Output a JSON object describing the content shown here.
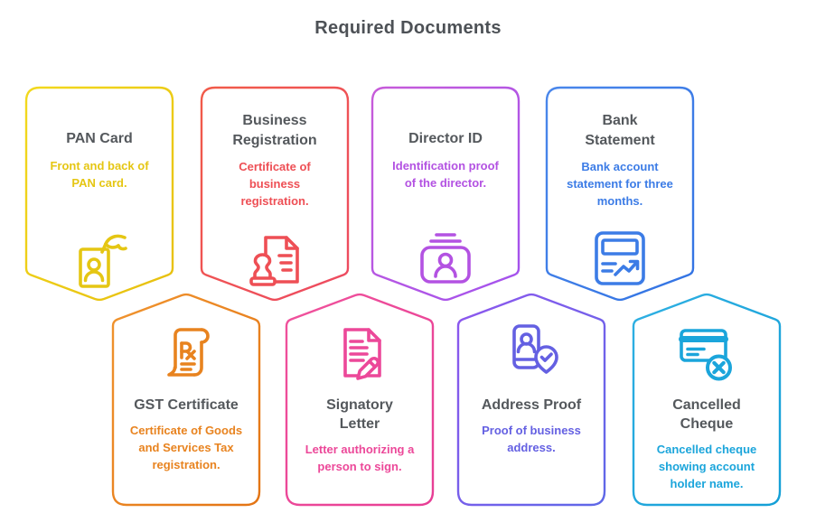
{
  "header": {
    "title": "Required Documents"
  },
  "colors": {
    "page_title": "#4D5156",
    "card_title": "#54585C",
    "background": "#FFFFFF"
  },
  "cards": [
    {
      "title": "PAN Card",
      "description": "Front and back of PAN card.",
      "icon": "id-card-in-hand-icon",
      "gradient_start": "#F2D91E",
      "gradient_end": "#E7BF0F",
      "text_color": "#E5C613"
    },
    {
      "title": "Business Registration",
      "description": "Certificate of business registration.",
      "icon": "document-stamp-icon",
      "gradient_start": "#F15B49",
      "gradient_end": "#ED4A61",
      "text_color": "#EE4F55"
    },
    {
      "title": "Director ID",
      "description": "Identification proof of the director.",
      "icon": "id-badge-icon",
      "gradient_start": "#C75BD9",
      "gradient_end": "#A252EE",
      "text_color": "#B352E2"
    },
    {
      "title": "Bank Statement",
      "description": "Bank account statement for three months.",
      "icon": "bank-statement-chart-icon",
      "gradient_start": "#4A87EB",
      "gradient_end": "#3273E3",
      "text_color": "#3C7CE6"
    },
    {
      "title": "GST Certificate",
      "description": "Certificate of Goods and Services Tax registration.",
      "icon": "rx-scroll-icon",
      "gradient_start": "#F0942F",
      "gradient_end": "#E37414",
      "text_color": "#E8831F"
    },
    {
      "title": "Signatory Letter",
      "description": "Letter authorizing a person to sign.",
      "icon": "letter-pencil-icon",
      "gradient_start": "#F0529C",
      "gradient_end": "#E73E95",
      "text_color": "#EC4899"
    },
    {
      "title": "Address Proof",
      "description": "Proof of business address.",
      "icon": "phone-location-pin-icon",
      "gradient_start": "#8E57EE",
      "gradient_end": "#5E68E7",
      "text_color": "#6460E2"
    },
    {
      "title": "Cancelled Cheque",
      "description": "Cancelled cheque showing account holder name.",
      "icon": "cheque-cancelled-icon",
      "gradient_start": "#2FB0E3",
      "gradient_end": "#149FD6",
      "text_color": "#1BA5DB"
    }
  ]
}
